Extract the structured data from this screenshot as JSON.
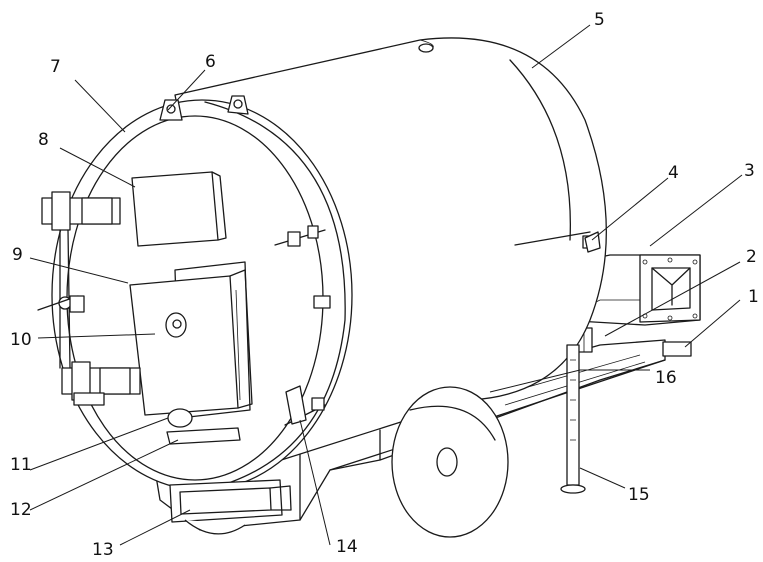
{
  "figure": {
    "labels": [
      {
        "id": "label-1",
        "text": "1"
      },
      {
        "id": "label-2",
        "text": "2"
      },
      {
        "id": "label-3",
        "text": "3"
      },
      {
        "id": "label-4",
        "text": "4"
      },
      {
        "id": "label-5",
        "text": "5"
      },
      {
        "id": "label-6",
        "text": "6"
      },
      {
        "id": "label-7",
        "text": "7"
      },
      {
        "id": "label-8",
        "text": "8"
      },
      {
        "id": "label-9",
        "text": "9"
      },
      {
        "id": "label-10",
        "text": "10"
      },
      {
        "id": "label-11",
        "text": "11"
      },
      {
        "id": "label-12",
        "text": "12"
      },
      {
        "id": "label-13",
        "text": "13"
      },
      {
        "id": "label-14",
        "text": "14"
      },
      {
        "id": "label-15",
        "text": "15"
      },
      {
        "id": "label-16",
        "text": "16"
      }
    ]
  }
}
